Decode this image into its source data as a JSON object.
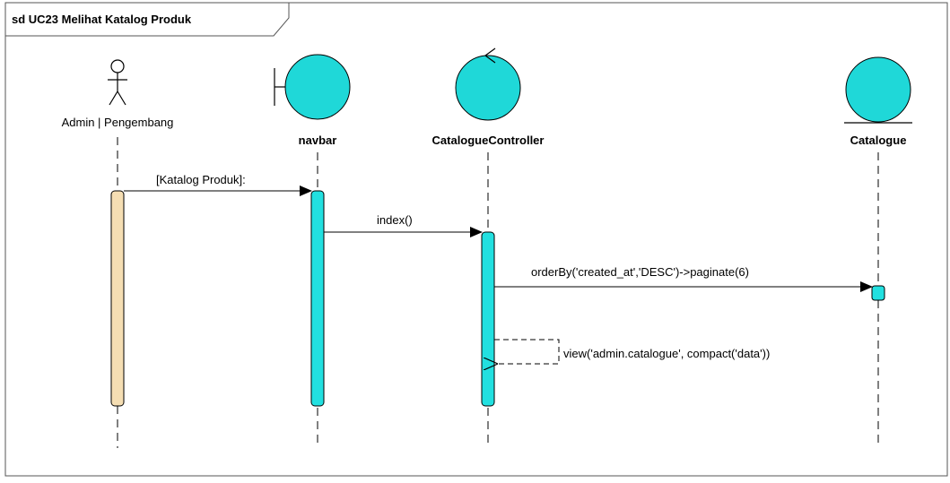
{
  "frame": {
    "title": "sd UC23 Melihat Katalog Produk"
  },
  "lifelines": [
    {
      "kind": "actor",
      "name": "Admin | Pengembang"
    },
    {
      "kind": "boundary",
      "name": "navbar"
    },
    {
      "kind": "control",
      "name": "CatalogueController"
    },
    {
      "kind": "entity",
      "name": "Catalogue"
    }
  ],
  "messages": [
    {
      "from": "Admin | Pengembang",
      "to": "navbar",
      "label": "[Katalog Produk]:"
    },
    {
      "from": "navbar",
      "to": "CatalogueController",
      "label": "index()"
    },
    {
      "from": "CatalogueController",
      "to": "Catalogue",
      "label": "orderBy('created_at','DESC')->paginate(6)"
    },
    {
      "from": "CatalogueController",
      "to": "CatalogueController",
      "label": "view('admin.catalogue', compact('data'))",
      "self": true
    }
  ],
  "colors": {
    "frame": "#555555",
    "actor_activation": "#f5deb3",
    "object_fill": "#1fd8d8",
    "activation_fill": "#22e0e0",
    "line": "#000000"
  }
}
